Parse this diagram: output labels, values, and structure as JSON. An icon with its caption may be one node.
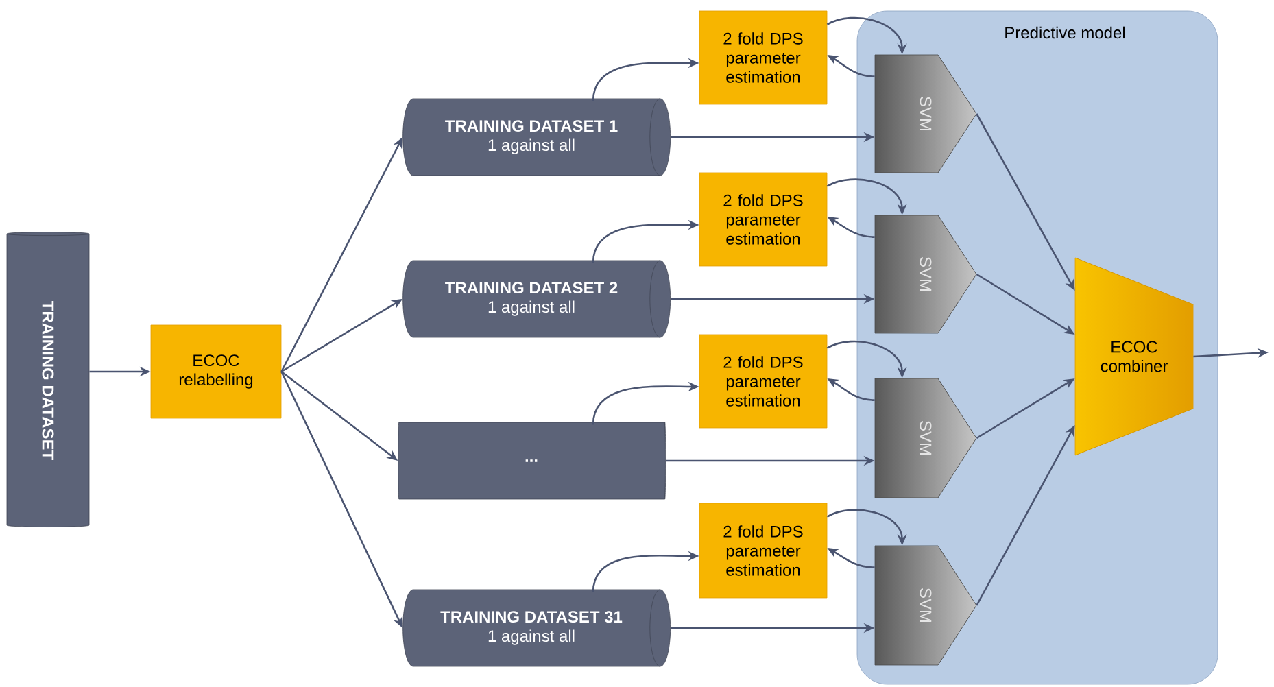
{
  "diagram": {
    "nodes": [
      {
        "text": [
          "Predictive model"
        ]
      },
      {
        "text": [
          "TRAINING DATASET"
        ]
      },
      {
        "text": [
          "ECOC relabelling"
        ]
      },
      {
        "text": [
          "TRAINING DATASET 1",
          "1 against all"
        ]
      },
      {
        "text": [
          "TRAINING DATASET 2",
          "1 against all"
        ]
      },
      {
        "text": [
          "..."
        ]
      },
      {
        "text": [
          "TRAINING DATASET 31",
          "1 against all"
        ]
      },
      {
        "text": [
          "2 fold DPS parameter estimation"
        ]
      },
      {
        "text": [
          "2 fold DPS parameter estimation"
        ]
      },
      {
        "text": [
          "2 fold DPS parameter estimation"
        ]
      },
      {
        "text": [
          "2 fold DPS parameter estimation"
        ]
      },
      {
        "text": [
          "SVM"
        ],
        "in": 0
      },
      {
        "text": [
          "SVM"
        ],
        "in": 0
      },
      {
        "text": [
          "SVM"
        ],
        "in": 0
      },
      {
        "text": [
          "SVM"
        ],
        "in": 0
      },
      {
        "text": [
          "ECOC combiner"
        ],
        "in": 0
      }
    ],
    "edges": [
      {
        "from": 1,
        "to": 2,
        "arrow": "to"
      },
      {
        "from": 2,
        "to": 3,
        "arrow": "to"
      },
      {
        "from": 2,
        "to": 4,
        "arrow": "to"
      },
      {
        "from": 2,
        "to": 5,
        "arrow": "to"
      },
      {
        "from": 2,
        "to": 6,
        "arrow": "to"
      },
      {
        "from": 3,
        "to": 7,
        "arrow": "to"
      },
      {
        "from": 3,
        "to": 11,
        "arrow": "to"
      },
      {
        "from": 7,
        "to": 11,
        "arrow": "to"
      },
      {
        "from": 11,
        "to": 7,
        "arrow": "to"
      },
      {
        "from": 4,
        "to": 8,
        "arrow": "to"
      },
      {
        "from": 4,
        "to": 12,
        "arrow": "to"
      },
      {
        "from": 8,
        "to": 12,
        "arrow": "to"
      },
      {
        "from": 12,
        "to": 8,
        "arrow": "to"
      },
      {
        "from": 5,
        "to": 9,
        "arrow": "to"
      },
      {
        "from": 5,
        "to": 13,
        "arrow": "to"
      },
      {
        "from": 9,
        "to": 13,
        "arrow": "to"
      },
      {
        "from": 13,
        "to": 9,
        "arrow": "to"
      },
      {
        "from": 6,
        "to": 10,
        "arrow": "to"
      },
      {
        "from": 6,
        "to": 14,
        "arrow": "to"
      },
      {
        "from": 10,
        "to": 14,
        "arrow": "to"
      },
      {
        "from": 14,
        "to": 10,
        "arrow": "to"
      },
      {
        "from": 11,
        "to": 15,
        "arrow": "to"
      },
      {
        "from": 12,
        "to": 15,
        "arrow": "to"
      },
      {
        "from": 13,
        "to": 15,
        "arrow": "to"
      },
      {
        "from": 14,
        "to": 15,
        "arrow": "to"
      },
      {
        "from": 15,
        "to": null,
        "arrow": "to"
      }
    ]
  }
}
